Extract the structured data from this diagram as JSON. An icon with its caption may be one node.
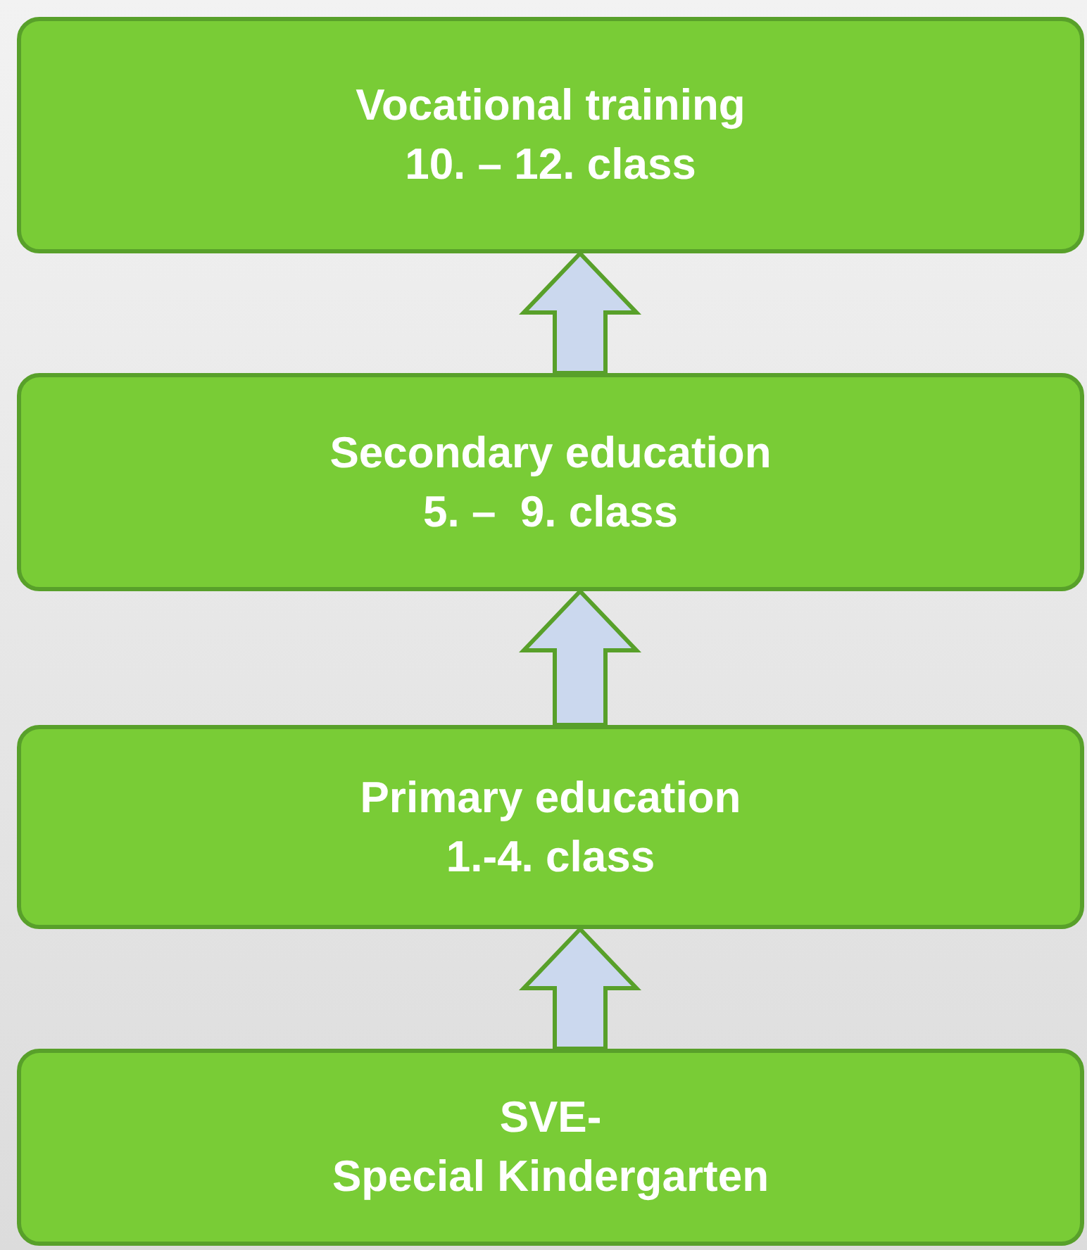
{
  "diagram": {
    "nodes": [
      {
        "text": [
          "Vocational training",
          "10. – 12. class"
        ]
      },
      {
        "text": [
          "Secondary education",
          "5. –  9. class"
        ]
      },
      {
        "text": [
          "Primary education",
          "1.-4. class"
        ]
      },
      {
        "text": [
          "SVE-",
          "Special Kindergarten"
        ]
      }
    ],
    "edges": [
      {
        "from": 3,
        "to": 2,
        "arrow": "to"
      },
      {
        "from": 2,
        "to": 1,
        "arrow": "to"
      },
      {
        "from": 1,
        "to": 0,
        "arrow": "to"
      }
    ]
  }
}
